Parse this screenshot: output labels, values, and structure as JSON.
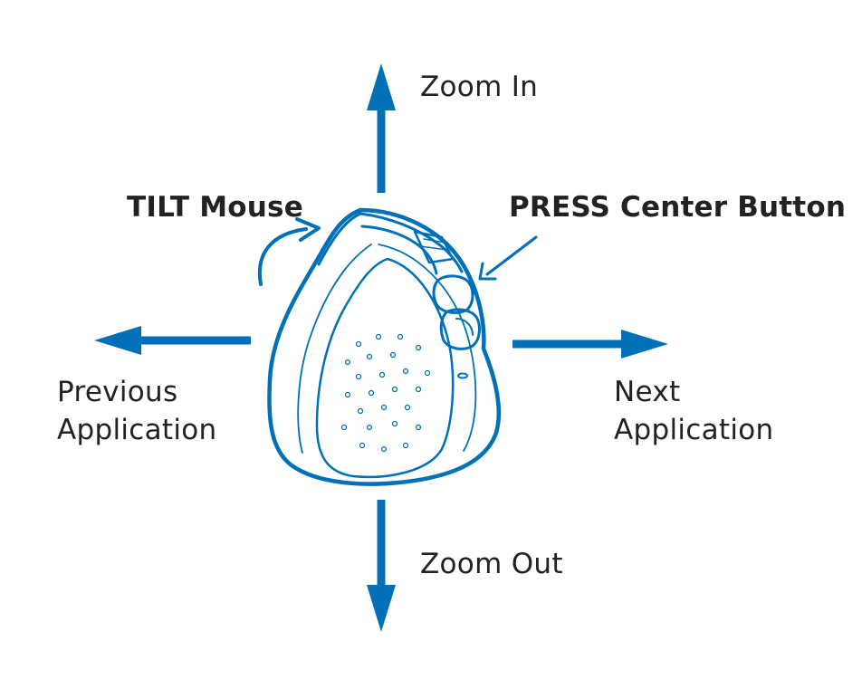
{
  "labels": {
    "zoom_in": "Zoom In",
    "zoom_out": "Zoom Out",
    "tilt": "TILT Mouse",
    "press": "PRESS Center Button",
    "previous": [
      "Previous",
      "Application"
    ],
    "next": [
      "Next",
      "Application"
    ]
  },
  "colors": {
    "arrow": "#0070b8",
    "text": "#222222"
  },
  "icons": [
    "mouse-icon",
    "up-arrow-icon",
    "down-arrow-icon",
    "left-arrow-icon",
    "right-arrow-icon",
    "curved-arrow-icon",
    "pointer-arrow-icon"
  ]
}
